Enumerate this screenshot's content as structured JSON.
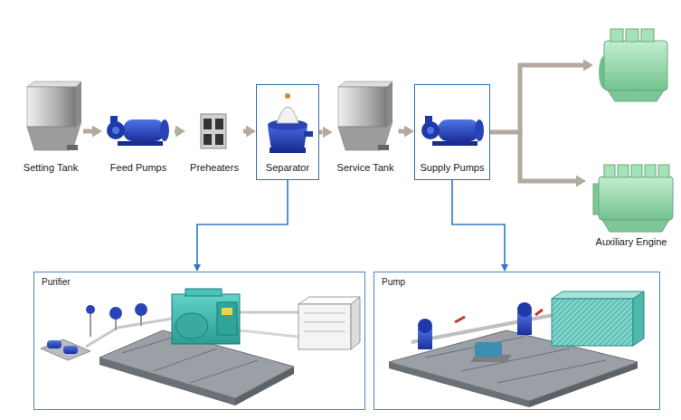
{
  "diagram": {
    "nodes": [
      {
        "text": [
          "Setting Tank"
        ]
      },
      {
        "text": [
          "Feed Pumps"
        ]
      },
      {
        "text": [
          "Preheaters"
        ]
      },
      {
        "text": [
          "Separator"
        ]
      },
      {
        "text": [
          "Service Tank"
        ]
      },
      {
        "text": [
          "Supply Pumps"
        ]
      },
      {
        "text": [
          "Auxiliary Engine"
        ]
      },
      {
        "text": [
          "Purifier"
        ]
      },
      {
        "text": [
          "Pump"
        ]
      }
    ],
    "edges": [
      {
        "from": 0,
        "to": 1,
        "arrow": "to"
      },
      {
        "from": 1,
        "to": 2,
        "arrow": "to"
      },
      {
        "from": 2,
        "to": 3,
        "arrow": "to"
      },
      {
        "from": 3,
        "to": 4,
        "arrow": "to"
      },
      {
        "from": 4,
        "to": 5,
        "arrow": "to"
      },
      {
        "from": 5,
        "to": 6,
        "arrow": "to"
      },
      {
        "from": 3,
        "to": 7,
        "arrow": "to"
      },
      {
        "from": 5,
        "to": 8,
        "arrow": "to"
      }
    ]
  }
}
